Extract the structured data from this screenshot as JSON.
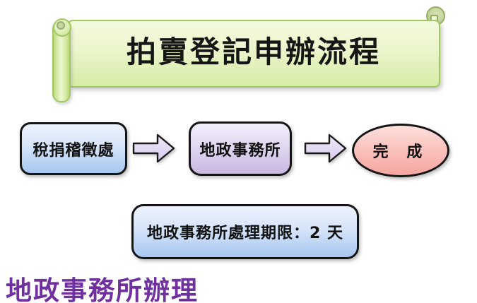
{
  "banner": {
    "title": "拍賣登記申辦流程",
    "shape": "vertical-scroll",
    "fill": "#dff0b6",
    "border_color": "#a2c765"
  },
  "flow": {
    "nodes": [
      {
        "id": "tax-office",
        "label": "稅捐稽徵處",
        "shape": "rounded-rectangle",
        "fill_top": "#edf3fd",
        "fill_bottom": "#a6c6f0",
        "border_color": "#151515"
      },
      {
        "id": "land-office",
        "label": "地政事務所",
        "shape": "rounded-rectangle",
        "fill_top": "#f2eefa",
        "fill_bottom": "#c7b7e1",
        "border_color": "#151515"
      },
      {
        "id": "complete",
        "label": "完 成",
        "shape": "ellipse",
        "fill_top": "#fde0dc",
        "fill_bottom": "#f6a59f",
        "border_color": "#151515"
      }
    ],
    "connectors": [
      {
        "icon": "right-arrow",
        "fill_top": "#f1ecf9",
        "fill_bottom": "#d6c8ef",
        "border_color": "#1a1a1a"
      },
      {
        "icon": "right-arrow",
        "fill_top": "#f1ecf9",
        "fill_bottom": "#d6c8ef",
        "border_color": "#1a1a1a"
      }
    ]
  },
  "info_box": {
    "label": "地政事務所處理期限：2 天",
    "fill_top": "#edf3fd",
    "fill_bottom": "#a6c6f0"
  },
  "footer": {
    "note": "地政事務所辦理",
    "color": "#7030a0"
  }
}
